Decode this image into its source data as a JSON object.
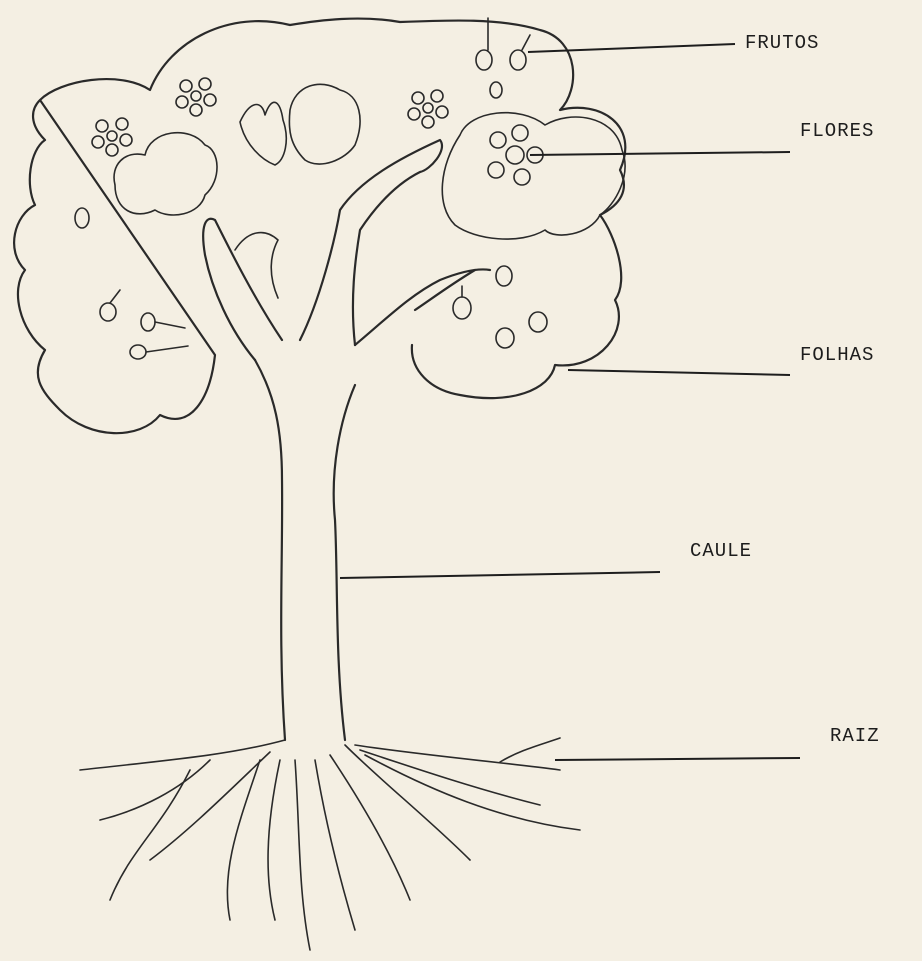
{
  "labels": {
    "frutos": "FRUTOS",
    "flores": "FLORES",
    "folhas": "FOLHAS",
    "caule": "CAULE",
    "raiz": "RAIZ"
  },
  "colors": {
    "paper": "#f4efe3",
    "ink": "#2a2a2a"
  }
}
